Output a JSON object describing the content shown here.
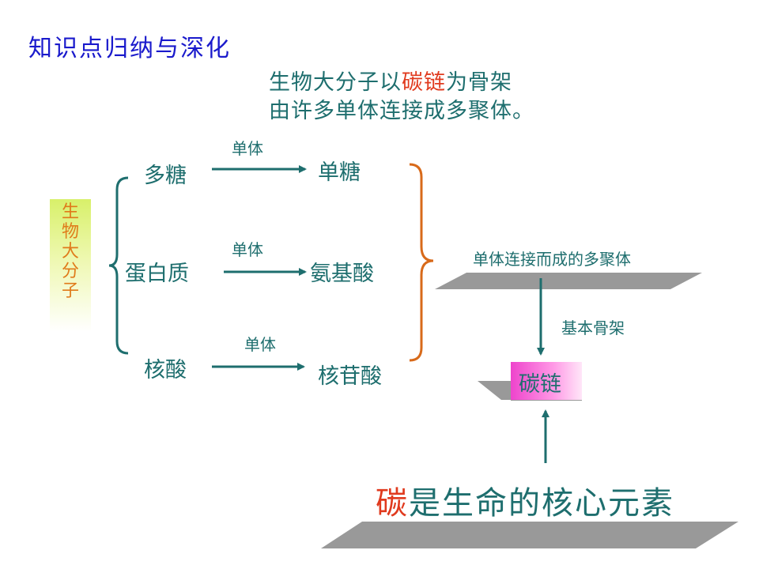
{
  "title": "知识点归纳与深化",
  "subtitle": {
    "line1_pre": "生物大分子以",
    "line1_highlight": "碳链",
    "line1_post": "为骨架",
    "line2": "由许多单体连接成多聚体。"
  },
  "side_label": [
    "生",
    "物",
    "大",
    "分",
    "子"
  ],
  "rows": [
    {
      "polymer": "多糖",
      "arrow_label": "单体",
      "monomer": "单糖"
    },
    {
      "polymer": "蛋白质",
      "arrow_label": "单体",
      "monomer": "氨基酸"
    },
    {
      "polymer": "核酸",
      "arrow_label": "单体",
      "monomer": "核苷酸"
    }
  ],
  "plane_label": "单体连接而成的多聚体",
  "skeleton_label": "基本骨架",
  "carbon_chain": "碳链",
  "conclusion": {
    "highlight": "碳",
    "rest": "是生命的核心元素"
  },
  "colors": {
    "title": "#1a1acc",
    "text": "#1e6e6e",
    "highlight": "#e03a1e",
    "bracket": "#d86a1a",
    "plane": "#999999"
  }
}
